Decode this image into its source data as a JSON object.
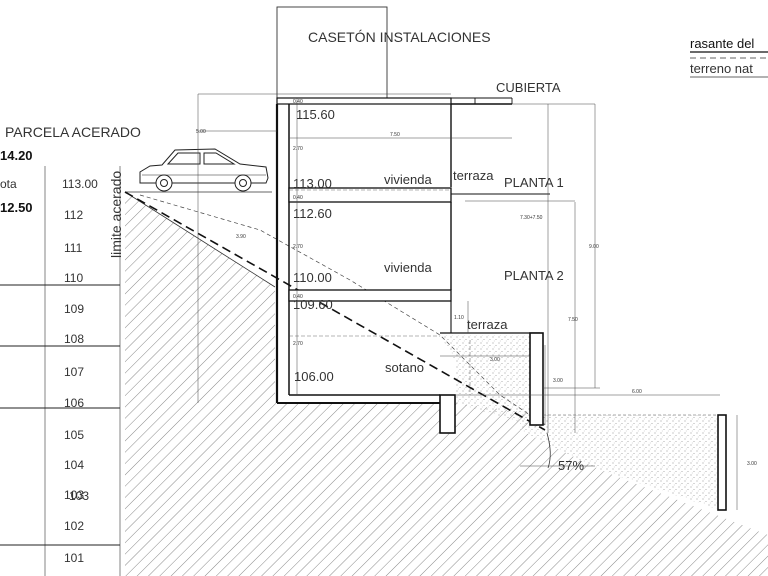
{
  "title": "CASETÓN INSTALACIONES",
  "legend": {
    "item1": "rasante del",
    "item2": "terreno nat"
  },
  "left_labels": {
    "parcela": "PARCELA ACERADO",
    "val1": "14.20",
    "cota": "ota",
    "val2": "12.50",
    "limite": "limite acerado"
  },
  "levels": {
    "cubierta": "CUBIERTA",
    "planta1": "PLANTA 1",
    "planta2": "PLANTA 2",
    "terraza1": "terraza",
    "terraza2": "terraza"
  },
  "rooms": {
    "vivienda1": "vivienda",
    "vivienda2": "vivienda",
    "sotano": "sotano"
  },
  "elevations": {
    "e115": "115.60",
    "e113": "113.00",
    "e112": "112.60",
    "e110": "110.00",
    "e109": "109.60",
    "e106": "106.00"
  },
  "scale": [
    "113.00",
    "112",
    "111",
    "110",
    "109",
    "108",
    "107",
    "106",
    "105",
    "104",
    "103",
    "102",
    "101"
  ],
  "scale_overlap": "103",
  "slope": "57%",
  "dims": {
    "d500": "5.00",
    "d750": "7.50",
    "d040a": "0.40",
    "d270a": "2.70",
    "d040b": "0.40",
    "d270b": "2.70",
    "d040c": "0.40",
    "d270c": "2.70",
    "d730": "7.30+7.50",
    "d900": "9.00",
    "d750v": "7.50",
    "d110": "1.10",
    "d300a": "3.00",
    "d300b": "3.00",
    "d600": "6.00",
    "d300c": "3.00",
    "d390": "3.90"
  }
}
